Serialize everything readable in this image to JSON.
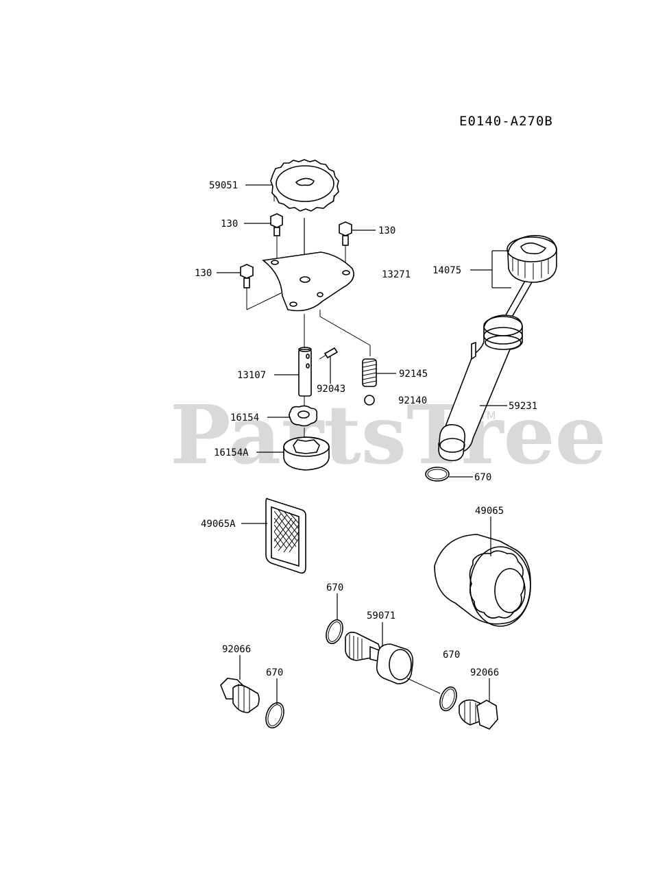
{
  "diagram_code": "E0140-A270B",
  "watermark": {
    "text": "PartsTree",
    "trademark": "TM"
  },
  "labels": {
    "gear": "59051",
    "bolt_top_left": "130",
    "bolt_top_right": "130",
    "bolt_left": "130",
    "cover_plate": "13271",
    "dipstick_cap": "14075",
    "shaft": "13107",
    "pin": "92043",
    "spring": "92145",
    "ball": "92140",
    "filler_tube": "59231",
    "inner_rotor": "16154",
    "outer_rotor": "16154A",
    "oring_tube": "670",
    "screen": "49065A",
    "oil_filter": "49065",
    "oring_fitting": "670",
    "fitting": "59071",
    "oring_right": "670",
    "plug_left": "92066",
    "oring_left": "670",
    "plug_right": "92066"
  }
}
